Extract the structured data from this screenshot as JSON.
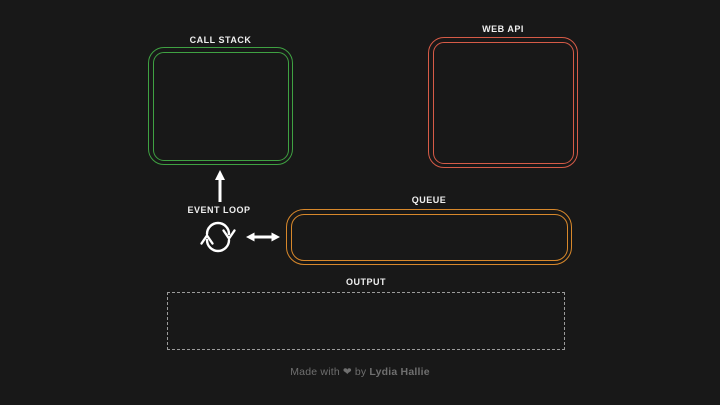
{
  "background": "#181818",
  "colors": {
    "label_text": "#efefef",
    "arrow": "#ffffff"
  },
  "boxes": {
    "call_stack": {
      "label": "CALL STACK",
      "border": "#3fa142"
    },
    "web_api": {
      "label": "WEB API",
      "border": "#d65b47"
    },
    "queue": {
      "label": "QUEUE",
      "border": "#d8882b"
    },
    "output": {
      "label": "OUTPUT",
      "border": "#9b9b9b"
    }
  },
  "event_loop": {
    "label": "EVENT LOOP",
    "icon": "sync-circular-arrows"
  },
  "footer": {
    "made_with": "Made with",
    "heart": "❤",
    "by": "by",
    "author": "Lydia Hallie",
    "color": "#6f6f6f"
  }
}
